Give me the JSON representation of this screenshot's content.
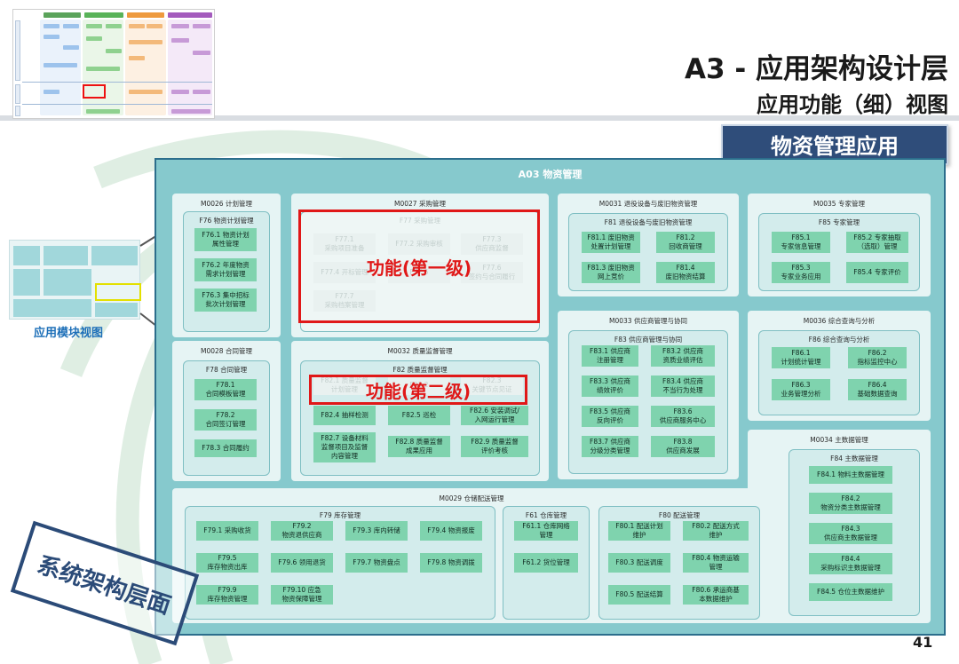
{
  "title": {
    "line1": "A3 - 应用架构设计层",
    "line2": "应用功能（细）视图",
    "tag": "物资管理应用"
  },
  "overview_label": "应用模块视图",
  "stamp": "系统架构层面",
  "page_number": "41",
  "main_title": "A03 物资管理",
  "callouts": {
    "level1": "功能(第一级)",
    "level2": "功能(第二级)"
  },
  "modules": {
    "m0026": {
      "title": "M0026 计划管理",
      "group": "F76 物资计划管理",
      "items": [
        "F76.1 物资计划\n属性管理",
        "F76.2 年度物资\n需求计划管理",
        "F76.3 集中招标\n批次计划管理"
      ]
    },
    "m0027": {
      "title": "M0027 采购管理",
      "group": "F77 采购管理",
      "items": [
        "F77.1\n采购项目准备",
        "F77.2 采购审核",
        "F77.3\n供应商监督",
        "F77.4 开标管理",
        "F77.5",
        "F77.6\n签约与合同履行",
        "F77.7\n采购档案管理"
      ]
    },
    "m0031": {
      "title": "M0031 退役设备与废旧物资管理",
      "group": "F81 退役设备与废旧物资管理",
      "items": [
        "F81.1 废旧物资\n处置计划管理",
        "F81.2\n回收商管理",
        "F81.3 废旧物资\n网上竞价",
        "F81.4\n废旧物资结算"
      ]
    },
    "m0035": {
      "title": "M0035 专家管理",
      "group": "F85 专家管理",
      "items": [
        "F85.1\n专家信息管理",
        "F85.2 专家抽取\n（选取）管理",
        "F85.3\n专家业务应用",
        "F85.4 专家评价"
      ]
    },
    "m0028": {
      "title": "M0028 合同管理",
      "group": "F78 合同管理",
      "items": [
        "F78.1\n合同模板管理",
        "F78.2\n合同签订管理",
        "F78.3 合同履约"
      ]
    },
    "m0032": {
      "title": "M0032 质量监督管理",
      "group": "F82 质量监督管理",
      "items": [
        "F82.1 质量监督\n计划管理",
        "F82.2",
        "F82.3\n关键节点见证",
        "F82.4 抽样检测",
        "F82.5 巡检",
        "F82.6 安装调试/\n入网运行管理",
        "F82.7 设备材料\n监督项目及监督\n内容管理",
        "F82.8 质量监督\n成果应用",
        "F82.9 质量监督\n评价考核"
      ]
    },
    "m0033": {
      "title": "M0033 供应商管理与协同",
      "group": "F83 供应商管理与协同",
      "items": [
        "F83.1 供应商\n注册管理",
        "F83.2 供应商\n资质业绩评估",
        "F83.3 供应商\n绩效评价",
        "F83.4 供应商\n不当行为处理",
        "F83.5 供应商\n反向评价",
        "F83.6\n供应商服务中心",
        "F83.7 供应商\n分级分类管理",
        "F83.8\n供应商发展"
      ]
    },
    "m0036": {
      "title": "M0036 综合查询与分析",
      "group": "F86 综合查询与分析",
      "items": [
        "F86.1\n计划统计管理",
        "F86.2\n指标监控中心",
        "F86.3\n业务管理分析",
        "F86.4\n基础数据查询"
      ]
    },
    "m0034": {
      "title": "M0034 主数据管理",
      "group": "F84 主数据管理",
      "items": [
        "F84.1 物料主数据管理",
        "F84.2\n物资分类主数据管理",
        "F84.3\n供应商主数据管理",
        "F84.4\n采购标识主数据管理",
        "F84.5 仓位主数据维护"
      ]
    },
    "m0029": {
      "title": "M0029 仓储配送管理",
      "g79": {
        "group": "F79 库存管理",
        "items": [
          "F79.1 采购收货",
          "F79.2\n物资退供应商",
          "F79.3 库内转储",
          "F79.4 物资报废",
          "F79.5\n库存物资出库",
          "F79.6 领用退货",
          "F79.7 物资盘点",
          "F79.8 物资调拨",
          "F79.9\n库存物资管理",
          "F79.10 应急\n物资保障管理"
        ]
      },
      "g61": {
        "group": "F61 仓库管理",
        "items": [
          "F61.1 仓库网络\n管理",
          "F61.2 货位管理"
        ]
      },
      "g80": {
        "group": "F80 配送管理",
        "items": [
          "F80.1 配送计划\n维护",
          "F80.2 配送方式\n维护",
          "F80.3 配送调度",
          "F80.4 物资运输\n管理",
          "F80.5 配送结算",
          "F80.6 承运商基\n本数据维护"
        ]
      }
    }
  }
}
